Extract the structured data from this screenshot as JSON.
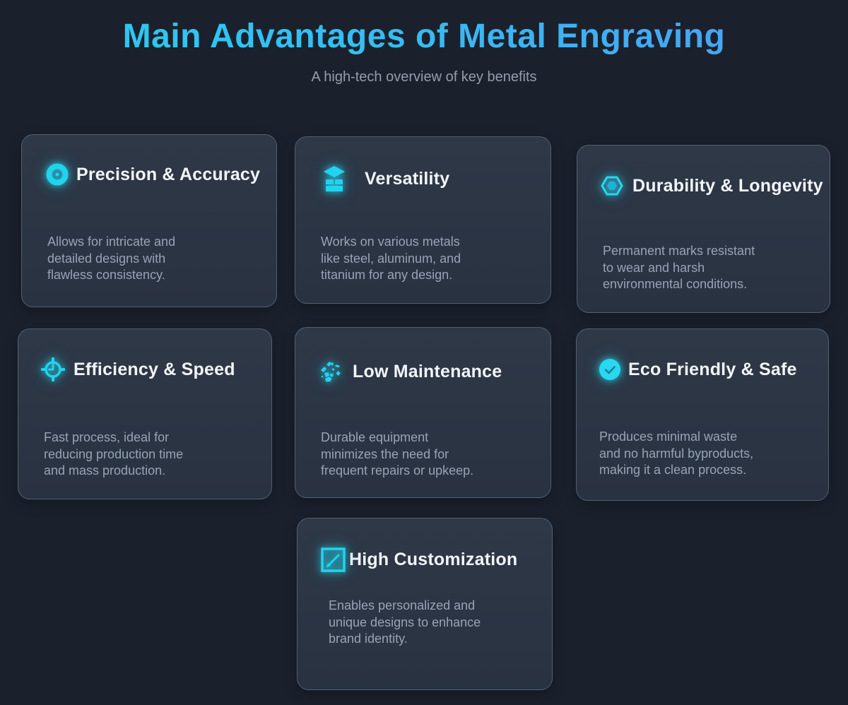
{
  "page": {
    "title": "Main Advantages of Metal Engraving",
    "subtitle": "A high-tech overview of key benefits",
    "background": "#1a212d",
    "card_background": "#2b3544",
    "card_border": "#5a6779",
    "accent_cyan": "#22d3ee",
    "title_gradient_start": "#2dc9f0",
    "title_gradient_end": "#4e9cf2",
    "card_title_color": "#f2f5f9",
    "card_description_color": "#97a3b5"
  },
  "cards": [
    {
      "icon": "target-icon",
      "title": "Precision & Accuracy",
      "description": "Allows for intricate and\ndetailed designs with\nflawless consistency."
    },
    {
      "icon": "layers-stack-icon",
      "title": "Versatility",
      "description": "Works on various metals\nlike steel, aluminum, and\ntitanium for any design."
    },
    {
      "icon": "hexagon-icon",
      "title": "Durability & Longevity",
      "description": "Permanent marks resistant\nto wear and harsh\nenvironmental conditions."
    },
    {
      "icon": "clock-target-icon",
      "title": "Efficiency & Speed",
      "description": "Fast process, ideal for\nreducing production time\nand mass production."
    },
    {
      "icon": "tools-glitch-icon",
      "title": "Low Maintenance",
      "description": "Durable equipment\nminimizes the need for\nfrequent repairs or upkeep."
    },
    {
      "icon": "eco-circle-icon",
      "title": "Eco Friendly & Safe",
      "description": "Produces minimal waste\nand no harmful byproducts,\nmaking it a clean process."
    },
    {
      "icon": "edit-square-icon",
      "title": "High Customization",
      "description": "Enables personalized and\nunique designs to enhance\nbrand identity."
    }
  ]
}
